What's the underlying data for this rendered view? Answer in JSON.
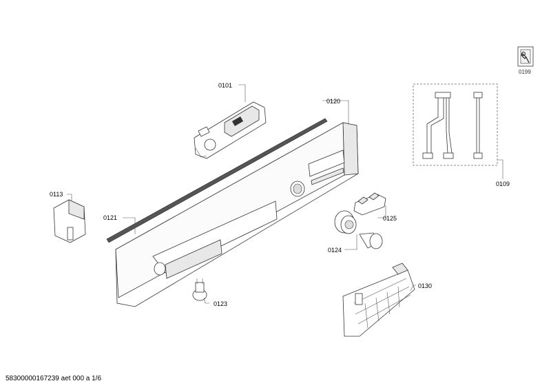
{
  "callouts": {
    "p0101": "0101",
    "p0120": "0120",
    "p0113": "0113",
    "p0121": "0121",
    "p0125": "0125",
    "p0124": "0124",
    "p0123": "0123",
    "p0130": "0130",
    "p0109": "0109"
  },
  "service_icon": {
    "label": "0199",
    "icon": "wrench-book-icon"
  },
  "footer": {
    "doc_id": "58300000167239 aet 000 a 1/6"
  }
}
